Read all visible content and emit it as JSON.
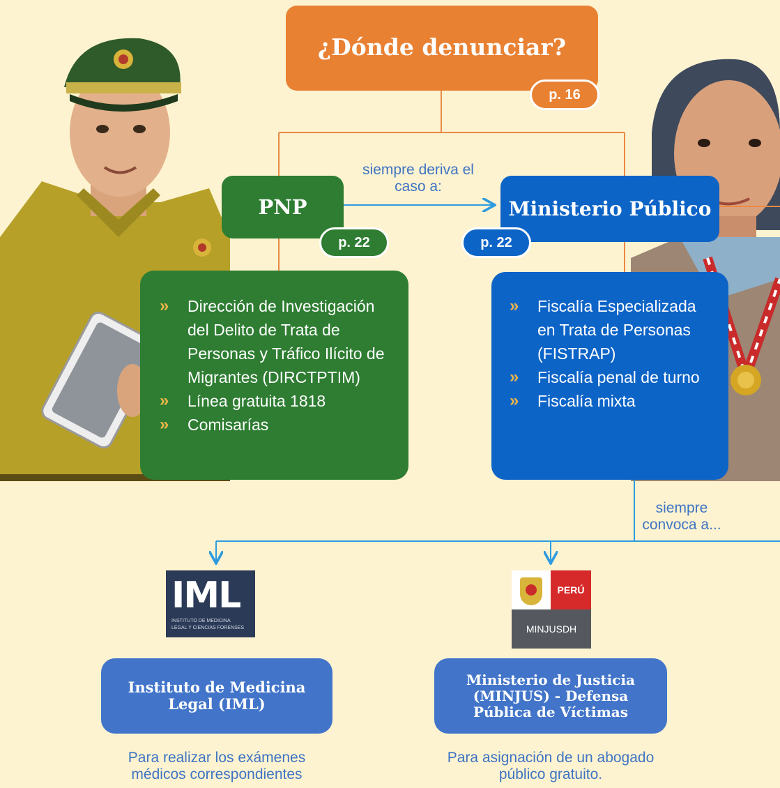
{
  "title": "¿Dónde denunciar?",
  "title_page": "p. 16",
  "pnp": {
    "label": "PNP",
    "page": "p. 22",
    "items": [
      "Dirección de Investigación del Delito de Trata de Personas y Tráfico Ilícito de Migrantes (DIRCTPTIM)",
      "Línea gratuita 1818",
      "Comisarías"
    ]
  },
  "arrow_label": "siempre deriva el caso a:",
  "ministerio": {
    "label": "Ministerio Público",
    "page": "p. 22",
    "items": [
      "Fiscalía Especializada en Trata de Personas (FISTRAP)",
      "Fiscalía penal de turno",
      "Fiscalía mixta"
    ]
  },
  "convoca_label": "siempre convoca a...",
  "iml": {
    "logo_text": "IML",
    "logo_sub1": "INSTITUTO DE MEDICINA",
    "logo_sub2": "LEGAL Y CIENCIAS FORENSES",
    "label": "Instituto de Medicina Legal (IML)",
    "caption": "Para realizar los exámenes médicos correspondientes"
  },
  "minjus": {
    "logo_top": "PERÚ",
    "logo_bottom": "MINJUSDH",
    "label": "Ministerio de Justicia (MINJUS) - Defensa Pública de Víctimas",
    "caption": "Para asignación de un abogado público gratuito."
  },
  "colors": {
    "background": "#fdf3d0",
    "orange": "#e98133",
    "green": "#2e7d32",
    "blue": "#0d64c7",
    "light_blue": "#4275c9",
    "line_orange": "#e98a45",
    "line_blue": "#2e9be0",
    "chevron": "#f0b64a"
  },
  "icons": {
    "bullet": "chevron-right-icon",
    "officer": "police-officer-illustration",
    "prosecutor": "prosecutor-illustration"
  }
}
